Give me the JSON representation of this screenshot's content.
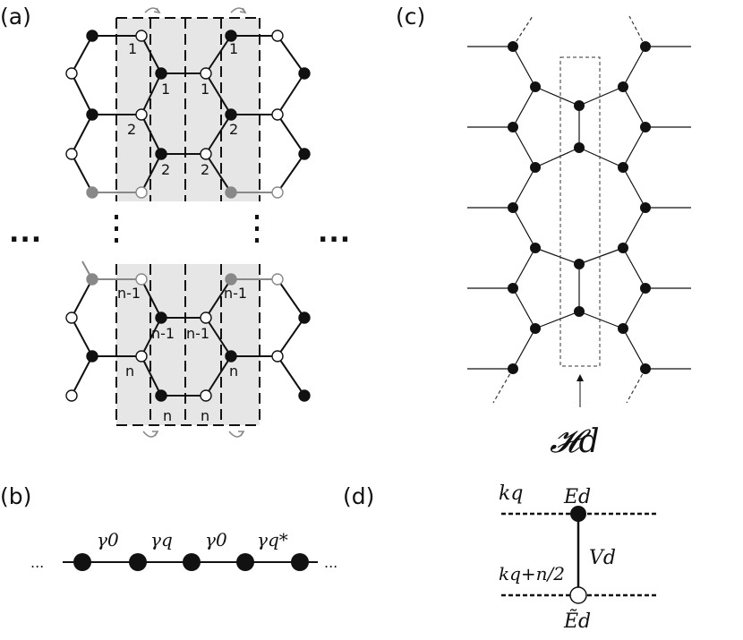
{
  "panels": {
    "a": "(a)",
    "b": "(b)",
    "c": "(c)",
    "d": "(d)"
  },
  "panel_a": {
    "site_labels": {
      "l1a": "1",
      "l1b": "1",
      "l1c": "1",
      "l1d": "1",
      "l2a": "2",
      "l2b": "2",
      "l2c": "2",
      "l2d": "2",
      "ln1a": "n-1",
      "ln1b": "n-1",
      "ln1c": "n-1",
      "ln1d": "n-1",
      "lna": "n",
      "lnb": "n",
      "lnc": "n",
      "lnd": "n"
    },
    "ellipsis_left": "...",
    "ellipsis_right": "..."
  },
  "panel_b": {
    "ellipsis": "...",
    "couplings": [
      "γ0",
      "γq",
      "γ0",
      "γq*"
    ]
  },
  "panel_c": {
    "hamiltonian_label": "𝓗d"
  },
  "panel_d": {
    "k_top": "kq",
    "k_bottom": "kq+n/2",
    "energy_top": "Ed",
    "energy_bottom": "Ẽd",
    "coupling": "Vd"
  }
}
